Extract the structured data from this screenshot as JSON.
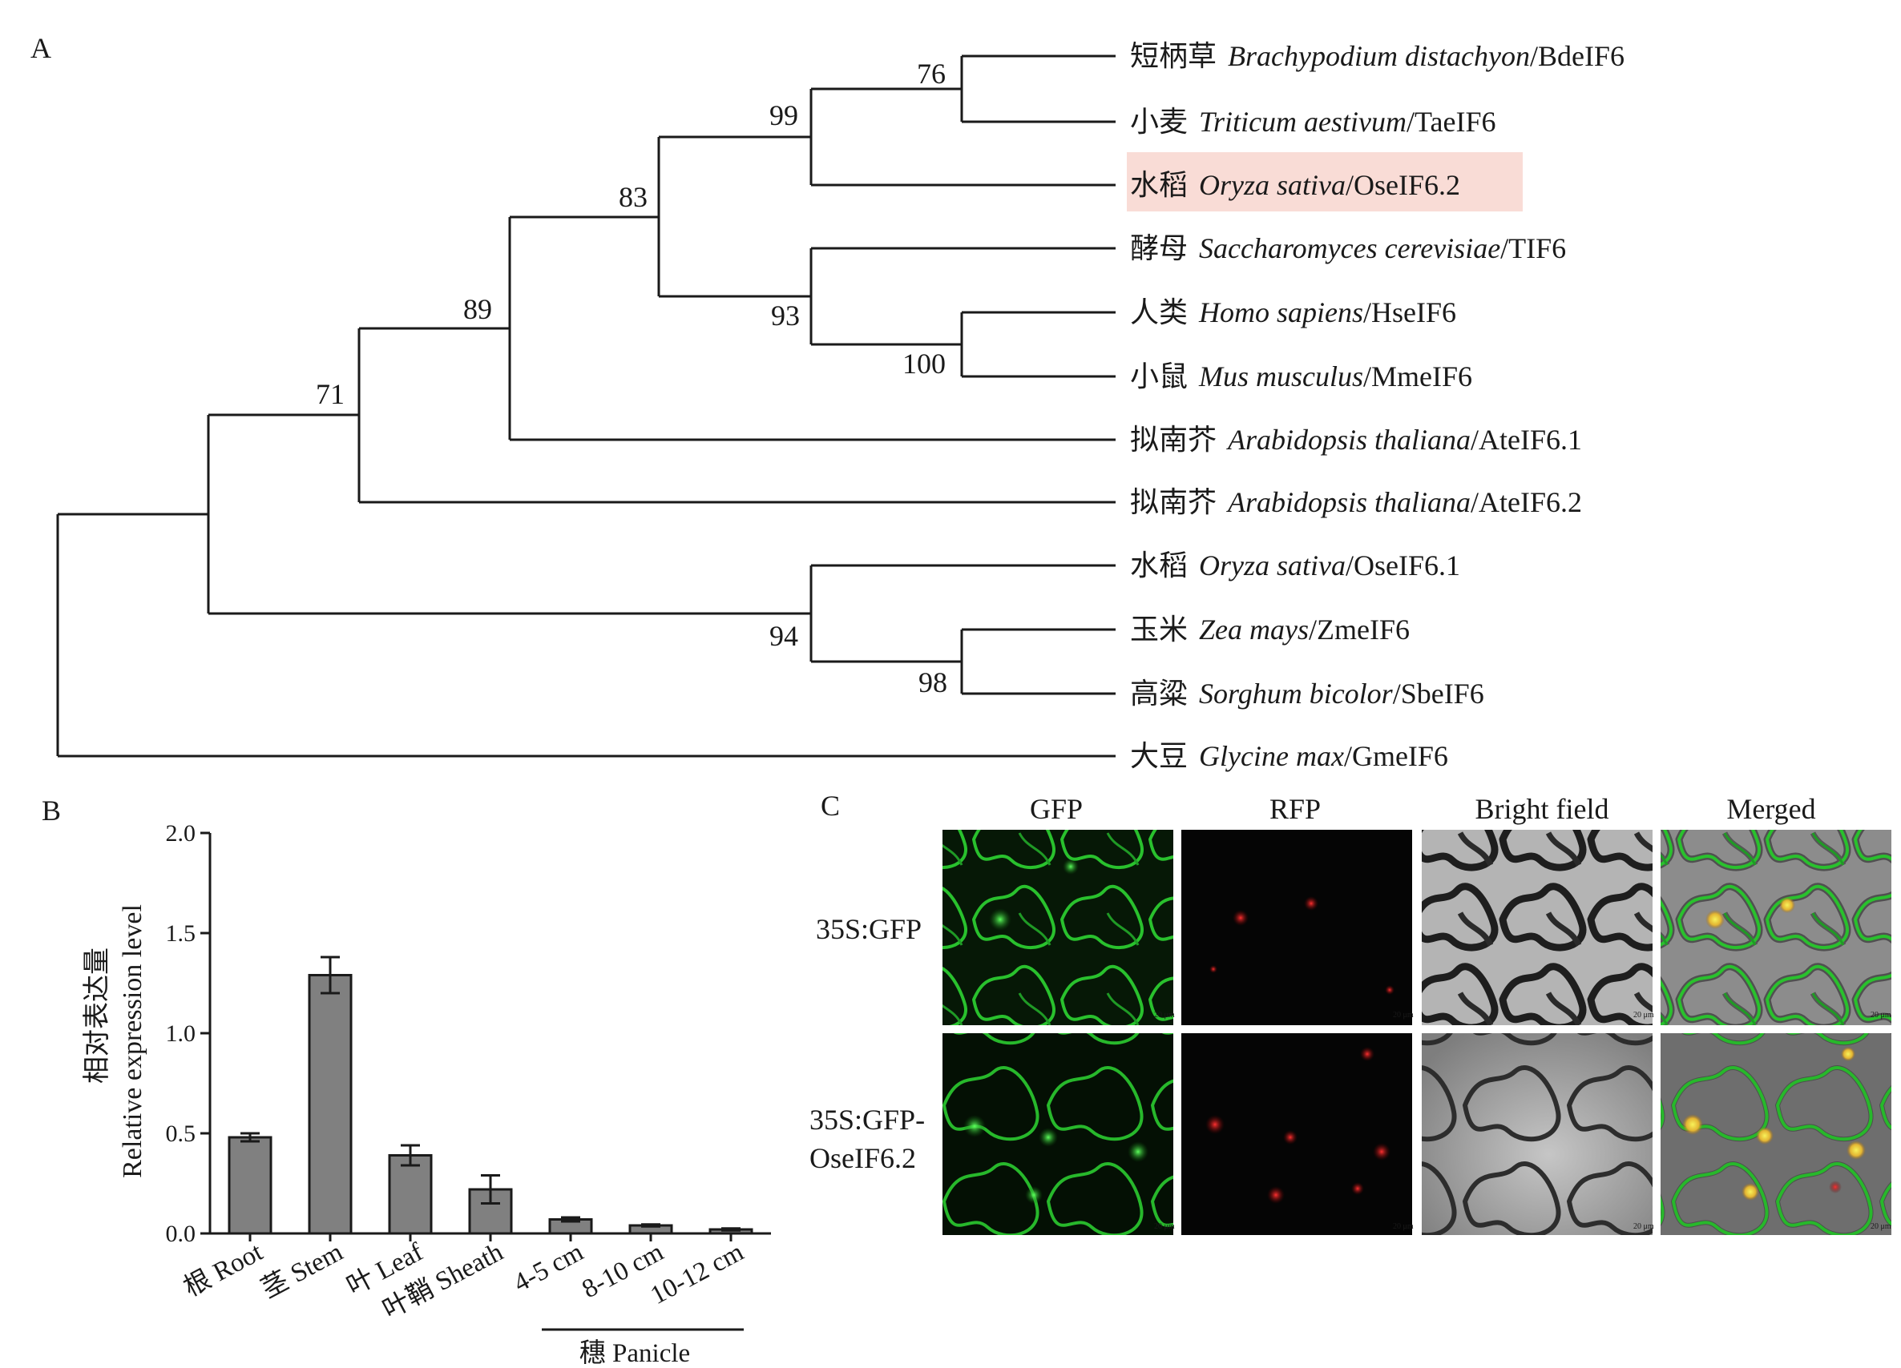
{
  "panels": {
    "a": "A",
    "b": "B",
    "c": "C"
  },
  "tree": {
    "taxa": [
      {
        "cn": "短柄草",
        "sp": "Brachypodium distachyon",
        "gene": "/BdeIF6"
      },
      {
        "cn": "小麦",
        "sp": "Triticum aestivum",
        "gene": "/TaeIF6"
      },
      {
        "cn": "水稻",
        "sp": "Oryza sativa",
        "gene": "/OseIF6.2",
        "highlight": true
      },
      {
        "cn": "酵母",
        "sp": "Saccharomyces cerevisiae",
        "gene": "/TIF6"
      },
      {
        "cn": "人类",
        "sp": "Homo sapiens",
        "gene": "/HseIF6"
      },
      {
        "cn": "小鼠",
        "sp": "Mus musculus",
        "gene": "/MmeIF6"
      },
      {
        "cn": "拟南芥",
        "sp": "Arabidopsis thaliana",
        "gene": "/AteIF6.1"
      },
      {
        "cn": "拟南芥",
        "sp": "Arabidopsis thaliana",
        "gene": "/AteIF6.2"
      },
      {
        "cn": "水稻",
        "sp": "Oryza sativa",
        "gene": "/OseIF6.1"
      },
      {
        "cn": "玉米",
        "sp": "Zea mays",
        "gene": "/ZmeIF6"
      },
      {
        "cn": "高粱",
        "sp": "Sorghum bicolor",
        "gene": "/SbeIF6"
      },
      {
        "cn": "大豆",
        "sp": "Glycine max",
        "gene": "/GmeIF6"
      }
    ],
    "bootstrap": [
      "76",
      "99",
      "83",
      "93",
      "100",
      "89",
      "71",
      "94",
      "98"
    ],
    "highlight_color": "#f9dcd6"
  },
  "chart_data": {
    "type": "bar",
    "ylabel_cn": "相对表达量",
    "ylabel": "Relative expression level",
    "ylim": [
      0,
      2.0
    ],
    "yticks": [
      "0.0",
      "0.5",
      "1.0",
      "1.5",
      "2.0"
    ],
    "categories": [
      "根 Root",
      "茎 Stem",
      "叶 Leaf",
      "叶鞘 Sheath",
      "4-5 cm",
      "8-10 cm",
      "10-12 cm"
    ],
    "values": [
      0.48,
      1.29,
      0.39,
      0.22,
      0.07,
      0.04,
      0.02
    ],
    "errors": [
      0.02,
      0.09,
      0.05,
      0.07,
      0.01,
      0.005,
      0.005
    ],
    "group_label": "穗 Panicle",
    "bar_color": "#808080"
  },
  "microscopy": {
    "columns": [
      "GFP",
      "RFP",
      "Bright field",
      "Merged"
    ],
    "rows": [
      {
        "label_lines": [
          "35S:GFP"
        ]
      },
      {
        "label_lines": [
          "35S:GFP-",
          "OseIF6.2"
        ]
      }
    ],
    "scale_bar": "20 μm"
  }
}
